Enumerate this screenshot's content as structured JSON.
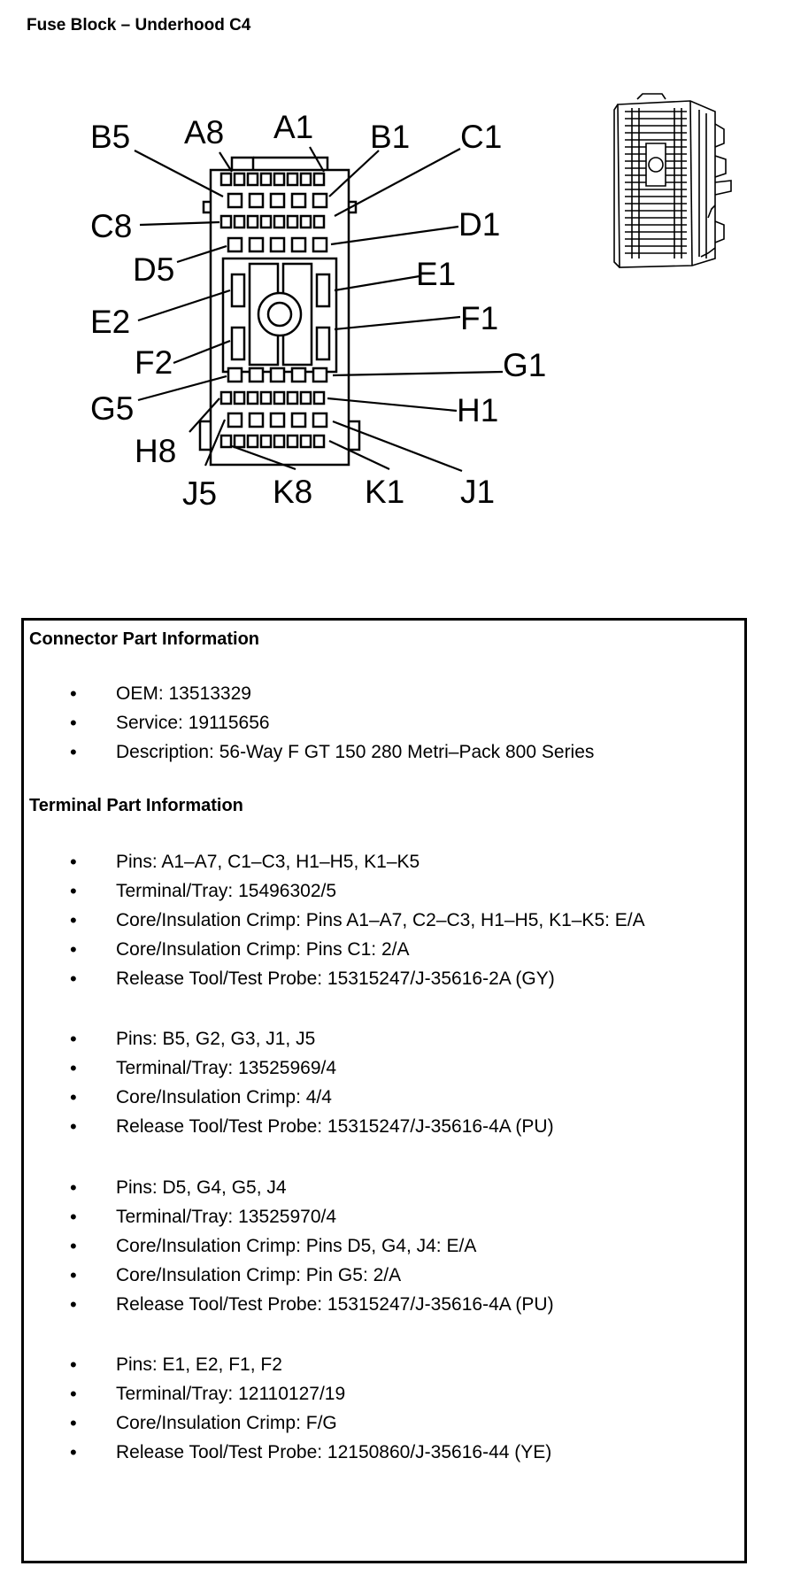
{
  "title": "Fuse Block – Underhood C4",
  "diagram": {
    "pin_labels": {
      "B5": "B5",
      "A8": "A8",
      "A1": "A1",
      "B1": "B1",
      "C1": "C1",
      "C8": "C8",
      "D1": "D1",
      "D5": "D5",
      "E1": "E1",
      "E2": "E2",
      "F1": "F1",
      "F2": "F2",
      "G1": "G1",
      "G5": "G5",
      "H1": "H1",
      "H8": "H8",
      "J5": "J5",
      "K8": "K8",
      "K1": "K1",
      "J1": "J1"
    }
  },
  "connector_info": {
    "heading": "Connector Part Information",
    "items": [
      "OEM: 13513329",
      "Service: 19115656",
      "Description: 56-Way F GT 150 280 Metri–Pack 800 Series"
    ]
  },
  "terminal_info": {
    "heading": "Terminal Part Information",
    "groups": [
      {
        "items": [
          "Pins: A1–A7, C1–C3, H1–H5, K1–K5",
          "Terminal/Tray: 15496302/5",
          "Core/Insulation Crimp: Pins A1–A7, C2–C3, H1–H5, K1–K5: E/A",
          "Core/Insulation Crimp: Pins C1: 2/A",
          "Release Tool/Test Probe: 15315247/J-35616-2A (GY)"
        ]
      },
      {
        "items": [
          "Pins: B5, G2, G3, J1, J5",
          "Terminal/Tray: 13525969/4",
          "Core/Insulation Crimp: 4/4",
          "Release Tool/Test Probe: 15315247/J-35616-4A (PU)"
        ]
      },
      {
        "items": [
          "Pins: D5, G4, G5, J4",
          "Terminal/Tray: 13525970/4",
          "Core/Insulation Crimp: Pins D5, G4, J4: E/A",
          "Core/Insulation Crimp: Pin G5: 2/A",
          "Release Tool/Test Probe: 15315247/J-35616-4A (PU)"
        ]
      },
      {
        "items": [
          "Pins: E1, E2, F1, F2",
          "Terminal/Tray: 12110127/19",
          "Core/Insulation Crimp: F/G",
          "Release Tool/Test Probe: 12150860/J-35616-44 (YE)"
        ]
      }
    ]
  }
}
